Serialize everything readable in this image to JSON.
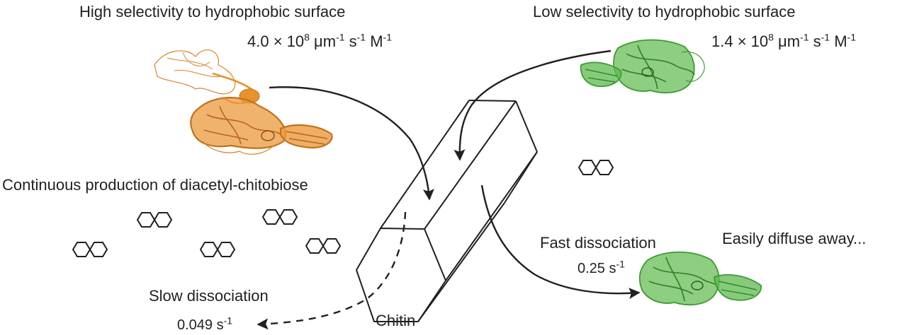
{
  "left_enzyme": {
    "title": "High selectivity to hydrophobic surface",
    "rate_value": "4.0 × 10",
    "rate_exp": "8",
    "unit_um": " μm",
    "unit_um_exp": "-1",
    "unit_s": " s",
    "unit_s_exp": "-1",
    "unit_M": " M",
    "unit_M_exp": "-1",
    "color": "#e8922b"
  },
  "right_enzyme": {
    "title": "Low selectivity to hydrophobic surface",
    "rate_value": "1.4 × 10",
    "rate_exp": "8",
    "unit_um": " μm",
    "unit_um_exp": "-1",
    "unit_s": " s",
    "unit_s_exp": "-1",
    "unit_M": " M",
    "unit_M_exp": "-1",
    "color": "#4caf3e"
  },
  "production_label": "Continuous production of diacetyl-chitobiose",
  "chitin_label": "Chitin",
  "slow": {
    "label": "Slow dissociation",
    "value": "0.049 s",
    "exp": "-1"
  },
  "fast": {
    "label": "Fast dissociation",
    "value": "0.25 s",
    "exp": "-1"
  },
  "diffuse_label": "Easily diffuse away..."
}
